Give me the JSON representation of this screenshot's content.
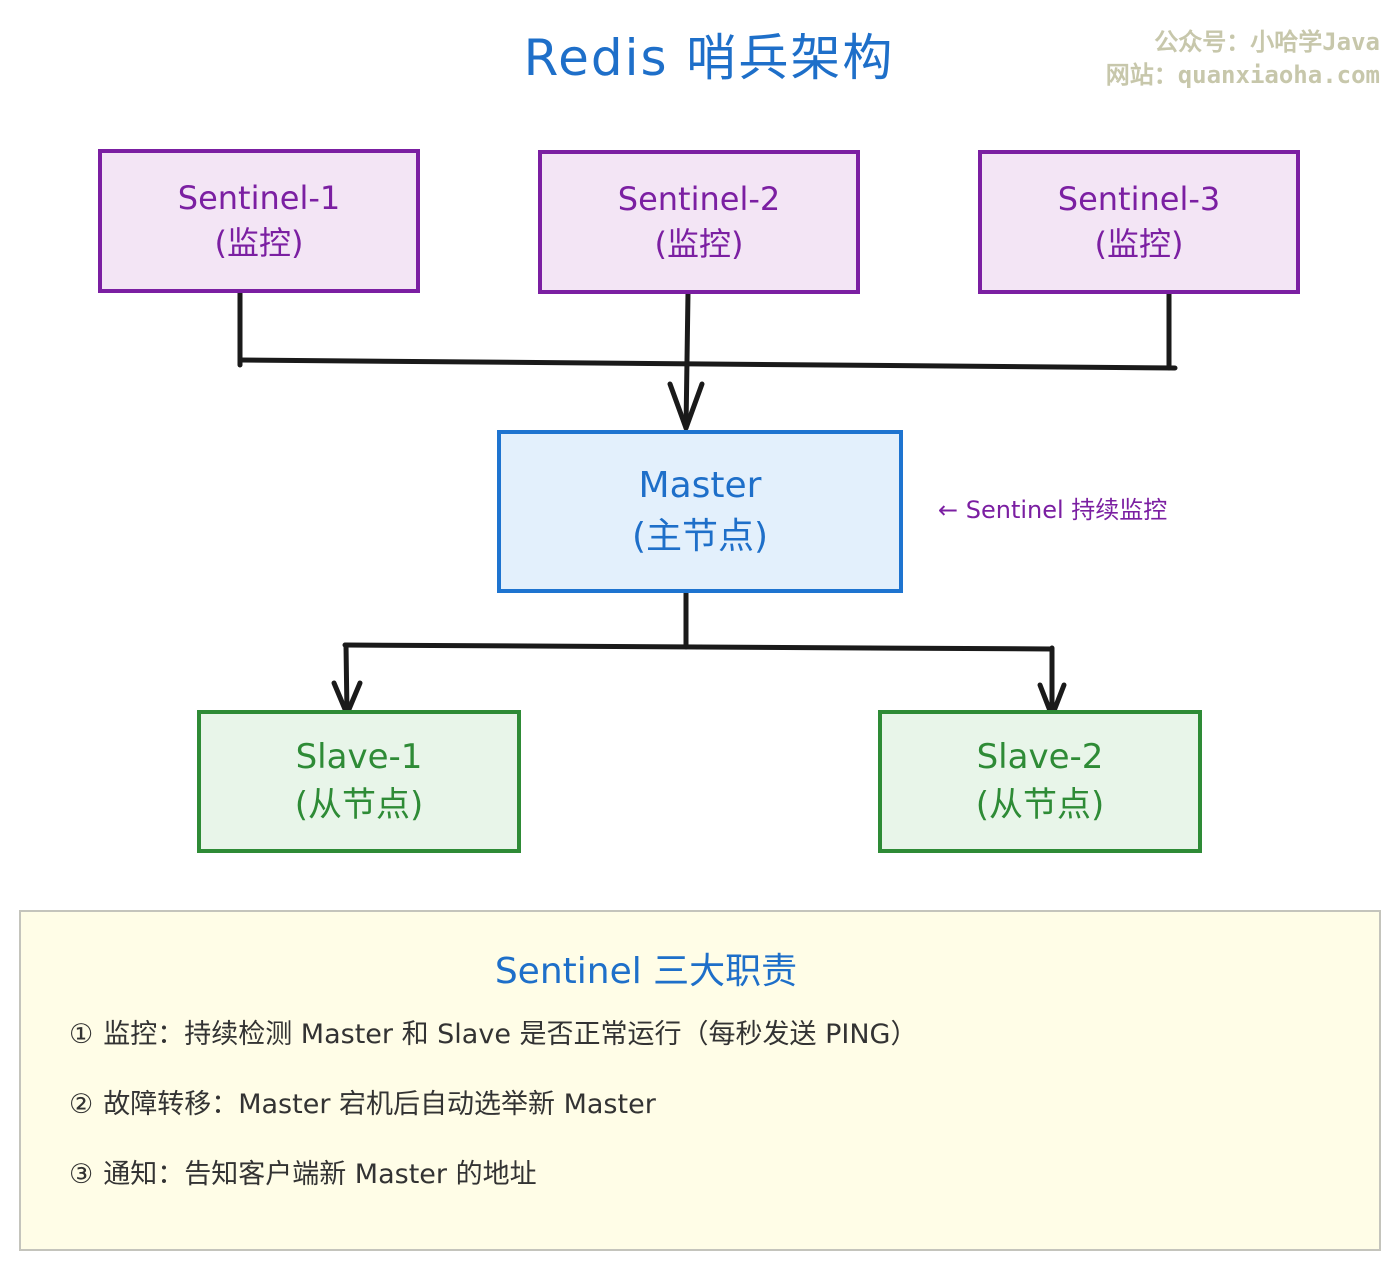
{
  "title": "Redis 哨兵架构",
  "watermark": {
    "line1": "公众号：小哈学Java",
    "line2": "网站：quanxiaoha.com"
  },
  "colors": {
    "sentinel_border": "#7b1fa2",
    "sentinel_fill": "#f3e5f5",
    "master_border": "#1e74d0",
    "master_fill": "#e3f0fc",
    "slave_border": "#2e8b36",
    "slave_fill": "#e8f5e9",
    "title": "#1e6fc9",
    "connector": "#1a1a1a",
    "panel_fill": "#fffde7"
  },
  "sentinels": [
    {
      "name": "Sentinel-1",
      "role": "(监控)"
    },
    {
      "name": "Sentinel-2",
      "role": "(监控)"
    },
    {
      "name": "Sentinel-3",
      "role": "(监控)"
    }
  ],
  "master": {
    "name": "Master",
    "role": "(主节点)"
  },
  "slaves": [
    {
      "name": "Slave-1",
      "role": "(从节点)"
    },
    {
      "name": "Slave-2",
      "role": "(从节点)"
    }
  ],
  "annotation": "← Sentinel 持续监控",
  "connections": [
    {
      "from": "Sentinel-1",
      "to": "Master",
      "type": "monitor"
    },
    {
      "from": "Sentinel-2",
      "to": "Master",
      "type": "monitor"
    },
    {
      "from": "Sentinel-3",
      "to": "Master",
      "type": "monitor"
    },
    {
      "from": "Master",
      "to": "Slave-1",
      "type": "replicate"
    },
    {
      "from": "Master",
      "to": "Slave-2",
      "type": "replicate"
    }
  ],
  "responsibilities": {
    "title": "Sentinel 三大职责",
    "items": [
      {
        "num": "①",
        "text": "监控：持续检测 Master 和 Slave 是否正常运行（每秒发送 PING）"
      },
      {
        "num": "②",
        "text": "故障转移：Master 宕机后自动选举新 Master"
      },
      {
        "num": "③",
        "text": "通知：告知客户端新 Master 的地址"
      }
    ]
  }
}
